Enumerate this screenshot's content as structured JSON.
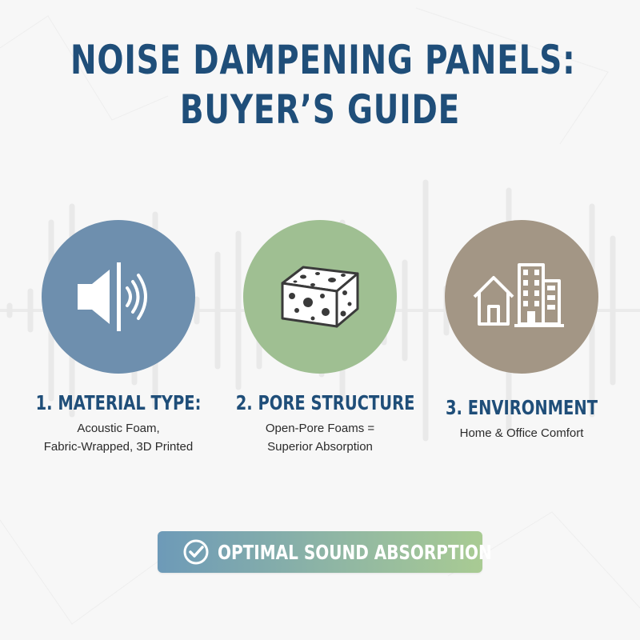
{
  "title": {
    "line1": "NOISE DAMPENING PANELS:",
    "line2": "BUYER’S GUIDE"
  },
  "features": [
    {
      "icon": "speaker-icon",
      "color": "#6e8fae",
      "title": "1. MATERIAL TYPE:",
      "desc_line1": "Acoustic Foam,",
      "desc_line2": "Fabric-Wrapped, 3D Printed"
    },
    {
      "icon": "foam-sponge-icon",
      "color": "#9fbf92",
      "title": "2. PORE STRUCTURE",
      "desc_line1": "Open-Pore Foams =",
      "desc_line2": "Superior Absorption"
    },
    {
      "icon": "home-office-icon",
      "color": "#a39685",
      "title": "3. ENVIRONMENT",
      "desc_line1": "Home & Office Comfort"
    }
  ],
  "badge": {
    "icon": "check-circle-icon",
    "label": "OPTIMAL SOUND ABSORPTION"
  },
  "colors": {
    "title": "#1f4e79",
    "background": "#f7f7f7"
  }
}
